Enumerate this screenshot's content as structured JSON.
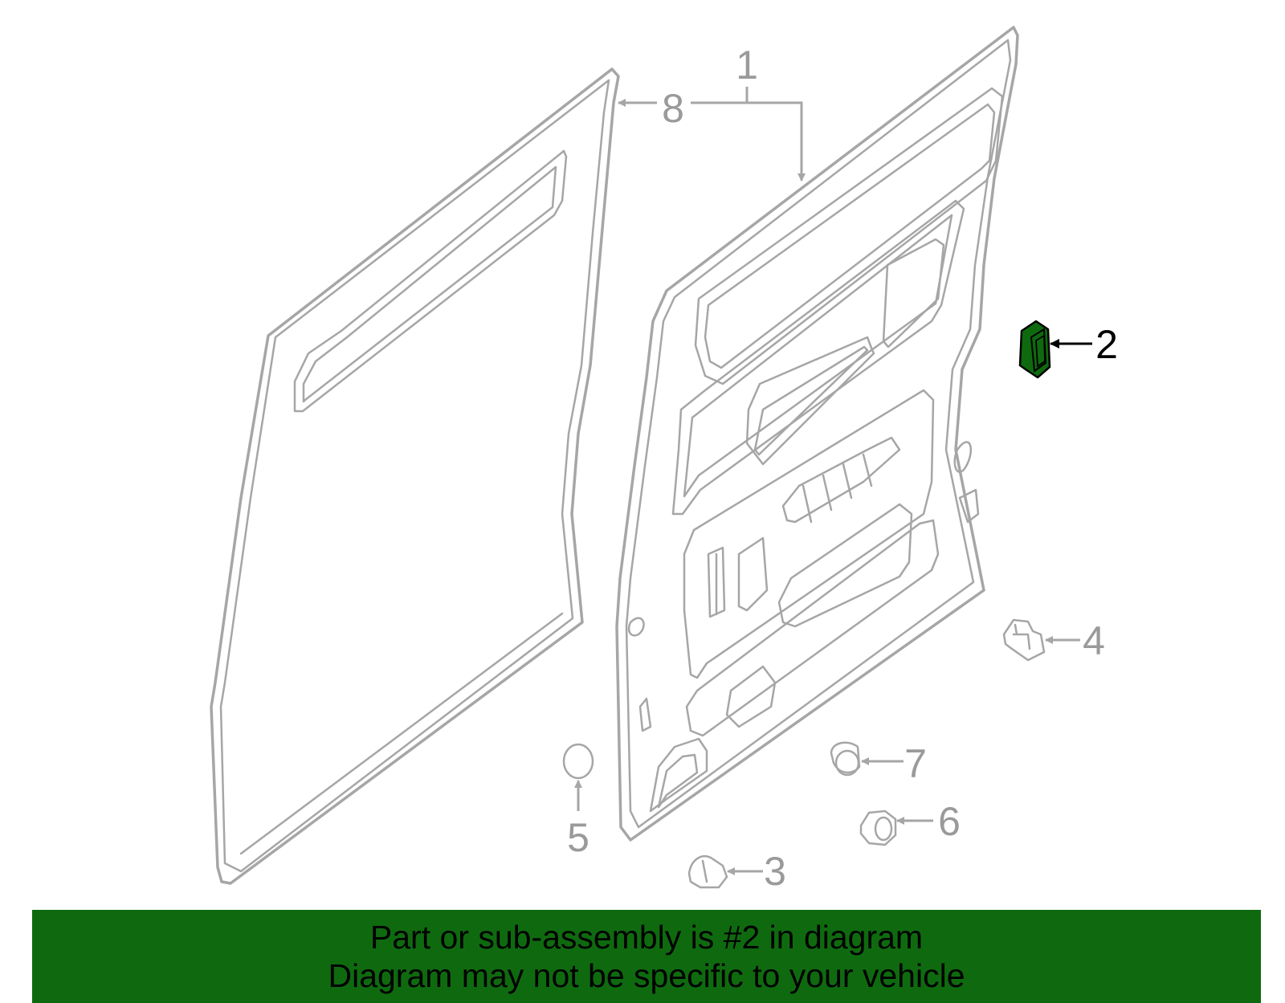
{
  "callouts": {
    "c1": "1",
    "c2": "2",
    "c3": "3",
    "c4": "4",
    "c5": "5",
    "c6": "6",
    "c7": "7",
    "c8": "8"
  },
  "highlight_color": "#0f6a0f",
  "banner": {
    "line1": "Part or sub-assembly is #2 in diagram",
    "line2": "Diagram may not be specific to your vehicle"
  }
}
